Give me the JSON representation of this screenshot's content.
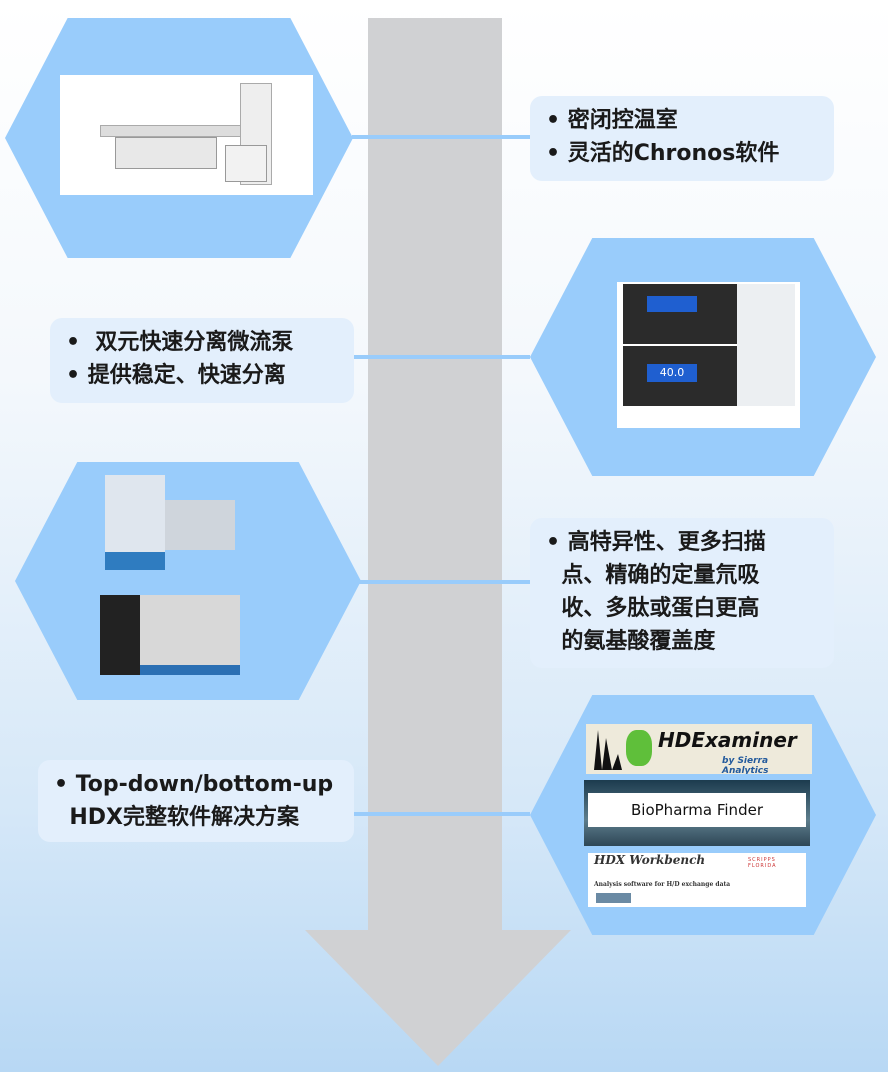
{
  "stages": [
    {
      "bullets": [
        "• 密闭控温室",
        "• 灵活的Chronos软件"
      ],
      "image": "autosampler-robot"
    },
    {
      "bullets": [
        "•  双元快速分离微流泵",
        "• 提供稳定、快速分离"
      ],
      "image": "lc-pump"
    },
    {
      "bullets": [
        "• 高特异性、更多扫描",
        "  点、精确的定量氘吸",
        "  收、多肽或蛋白更高",
        "  的氨基酸覆盖度"
      ],
      "image": "mass-spectrometers"
    },
    {
      "bullets": [
        "• Top-down/bottom-up",
        "  HDX完整软件解决方案"
      ],
      "image": "software-logos"
    }
  ],
  "software": {
    "hdexaminer": "HDExaminer",
    "hdexaminer_by": "by Sierra Analytics",
    "biopharma": "BioPharma Finder",
    "workbench": "HDX Workbench",
    "workbench_sub": "Analysis software for H/D exchange data",
    "scripps": "SCRIPPS FLORIDA"
  },
  "pump_display": "40.0",
  "colors": {
    "hex": "#99ccfb",
    "arrow": "#d0d1d3",
    "box": "#e3effc"
  }
}
